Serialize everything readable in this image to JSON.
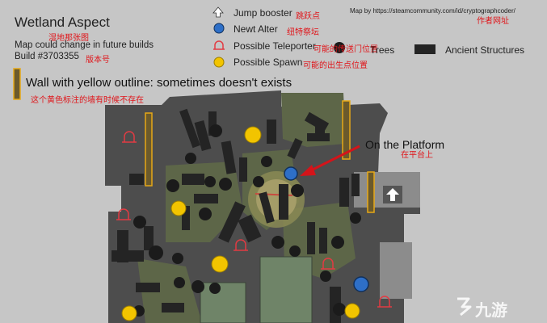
{
  "header": {
    "title": "Wetland Aspect",
    "title_cn": "湿地那张图",
    "note": "Map could change in future builds",
    "build": "Build #3703355",
    "build_cn": "版本号"
  },
  "legend": {
    "jump_booster": {
      "label": "Jump booster",
      "cn": "跳跃点"
    },
    "newt_alter": {
      "label": "Newt Alter",
      "cn": "纽特祭坛",
      "color": "#2e6fc7"
    },
    "possible_teleporter": {
      "label": "Possible Teleporter",
      "cn": "可能的传送门位置",
      "color": "#e23b43"
    },
    "possible_spawn": {
      "label": "Possible Spawn",
      "cn": "可能的出生点位置",
      "color": "#f2c400"
    },
    "trees": {
      "label": "Trees"
    },
    "ancient_structures": {
      "label": "Ancient Structures"
    }
  },
  "credit": {
    "text": "Map by https://steamcommunity.com/id/cryptographcoder/",
    "cn": "作者网址"
  },
  "wall_note": {
    "text": "Wall with yellow outline: sometimes doesn't exists",
    "cn": "这个黄色标注的墙有时候不存在",
    "color": "#e6a817"
  },
  "callout": {
    "text": "On the Platform",
    "cn": "在平台上",
    "arrow_color": "#d4141a"
  },
  "watermark": {
    "text": "九游"
  }
}
